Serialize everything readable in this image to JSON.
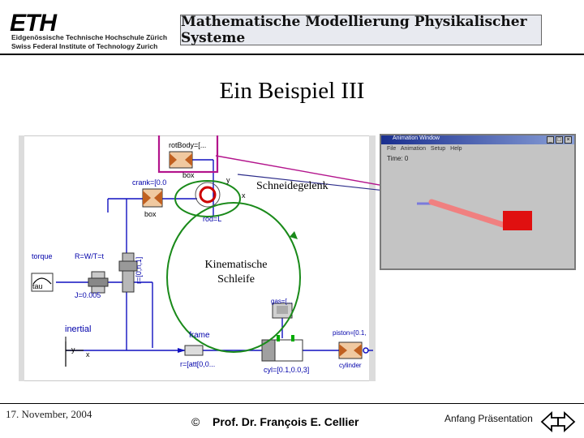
{
  "header": {
    "logo": "ETH",
    "institution_de": "Eidgenössische Technische Hochschule Zürich",
    "institution_en": "Swiss Federal Institute of Technology Zurich",
    "course_title": "Mathematische Modellierung Physikalischer Systeme"
  },
  "slide": {
    "title": "Ein Beispiel III"
  },
  "diagram": {
    "labels": {
      "rotbody": "rotBody=[...",
      "box_top": "box",
      "crank": "crank=[0.0",
      "box_left": "box",
      "rod": "rod=L",
      "torque": "torque",
      "tau": "tau",
      "revolute_top": "R=W/T=t",
      "revolute_bottom": "J=0.005",
      "cylinder_param": "r=[0,n,1]",
      "inertial": "inertial",
      "axis_y": "y",
      "axis_x": "x",
      "frame": "frame",
      "frame_param": "r=[att[0,0...",
      "cyl_top": "gas=[...",
      "cyl_param": "cyl=[0.1,0.0,3]",
      "piston": "piston=[0.1,",
      "cylinder": "cylinder",
      "joint_y": "y",
      "joint_x": "x"
    },
    "callout_joint": "Schneidegelenk",
    "callout_loop_line1": "Kinematische",
    "callout_loop_line2": "Schleife",
    "accent_colors": {
      "highlight": "#b3148c",
      "loop": "#1a8a1a",
      "wire": "#1010c0",
      "joint": "#cc0000"
    }
  },
  "animation_window": {
    "title": "Animation Window",
    "menu": "File  Animation  Setup  Help",
    "time": "Time: 0"
  },
  "footer": {
    "date": "17. November, 2004",
    "copyright_symbol": "©",
    "author": "Prof. Dr. François E. Cellier",
    "link": "Anfang Präsentation"
  }
}
